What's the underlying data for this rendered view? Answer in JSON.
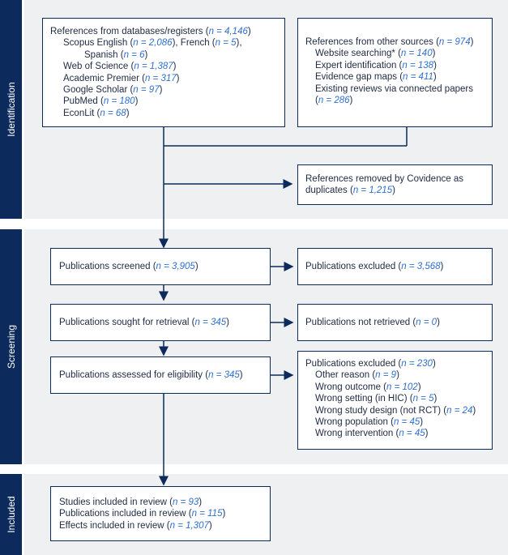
{
  "stages": {
    "identification": "Identification",
    "screening": "Screening",
    "included": "Included"
  },
  "colors": {
    "navy": "#0d2a5c",
    "accent": "#2f6fd0",
    "panel": "#eef0f2"
  },
  "boxes": {
    "databases": {
      "lines": [
        {
          "text": "References from databases/registers (",
          "value": "n = 4,146",
          "tail": ")"
        },
        {
          "text": "Scopus English (",
          "value": "n = 2,086",
          "tail": "), French (",
          "value2": "n = 5",
          "tail2": "),"
        },
        {
          "text": "Spanish (",
          "value": "n = 6",
          "tail": ")"
        },
        {
          "text": "Web of Science (",
          "value": "n = 1,387",
          "tail": ")"
        },
        {
          "text": "Academic Premier (",
          "value": "n = 317",
          "tail": ")"
        },
        {
          "text": "Google Scholar (",
          "value": "n = 97",
          "tail": ")"
        },
        {
          "text": "PubMed (",
          "value": "n = 180",
          "tail": ")"
        },
        {
          "text": "EconLit (",
          "value": "n = 68",
          "tail": ")"
        }
      ]
    },
    "other_sources": {
      "lines": [
        {
          "text": "References from other sources (",
          "value": "n = 974",
          "tail": ")"
        },
        {
          "text": "Website searching* (",
          "value": "n = 140",
          "tail": ")"
        },
        {
          "text": "Expert identification (",
          "value": "n = 138",
          "tail": ")"
        },
        {
          "text": "Evidence gap maps (",
          "value": "n = 411",
          "tail": ")"
        },
        {
          "text": "Existing reviews via connected papers",
          "value": "",
          "tail": ""
        },
        {
          "text": "(",
          "value": "n = 286",
          "tail": ")"
        }
      ]
    },
    "removed": {
      "lines": [
        {
          "text": "References removed by Covidence as",
          "value": "",
          "tail": ""
        },
        {
          "text": "duplicates (",
          "value": "n = 1,215",
          "tail": ")"
        }
      ]
    },
    "screened": {
      "text": "Publications screened (",
      "value": "n = 3,905",
      "tail": ")"
    },
    "excluded_screen": {
      "text": "Publications excluded (",
      "value": "n = 3,568",
      "tail": ")"
    },
    "sought": {
      "text": "Publications sought for retrieval (",
      "value": "n = 345",
      "tail": ")"
    },
    "not_retrieved": {
      "text": "Publications not retrieved (",
      "value": "n = 0",
      "tail": ")"
    },
    "assessed": {
      "text": "Publications assessed for eligibility (",
      "value": "n = 345",
      "tail": ")"
    },
    "excluded_elig": {
      "lines": [
        {
          "text": "Publications excluded (",
          "value": "n = 230",
          "tail": ")"
        },
        {
          "text": "Other reason (",
          "value": "n = 9",
          "tail": ")"
        },
        {
          "text": "Wrong outcome (",
          "value": "n = 102",
          "tail": ")"
        },
        {
          "text": "Wrong setting (in HIC) (",
          "value": "n = 5",
          "tail": ")"
        },
        {
          "text": "Wrong study design (not RCT) (",
          "value": "n = 24",
          "tail": ")"
        },
        {
          "text": "Wrong population (",
          "value": "n = 45",
          "tail": ")"
        },
        {
          "text": "Wrong intervention (",
          "value": "n = 45",
          "tail": ")"
        }
      ]
    },
    "included": {
      "lines": [
        {
          "text": "Studies included in review (",
          "value": "n = 93",
          "tail": ")"
        },
        {
          "text": "Publications included in review (",
          "value": "n = 115",
          "tail": ")"
        },
        {
          "text": "Effects included in review (",
          "value": "n = 1,307",
          "tail": ")"
        }
      ]
    }
  }
}
